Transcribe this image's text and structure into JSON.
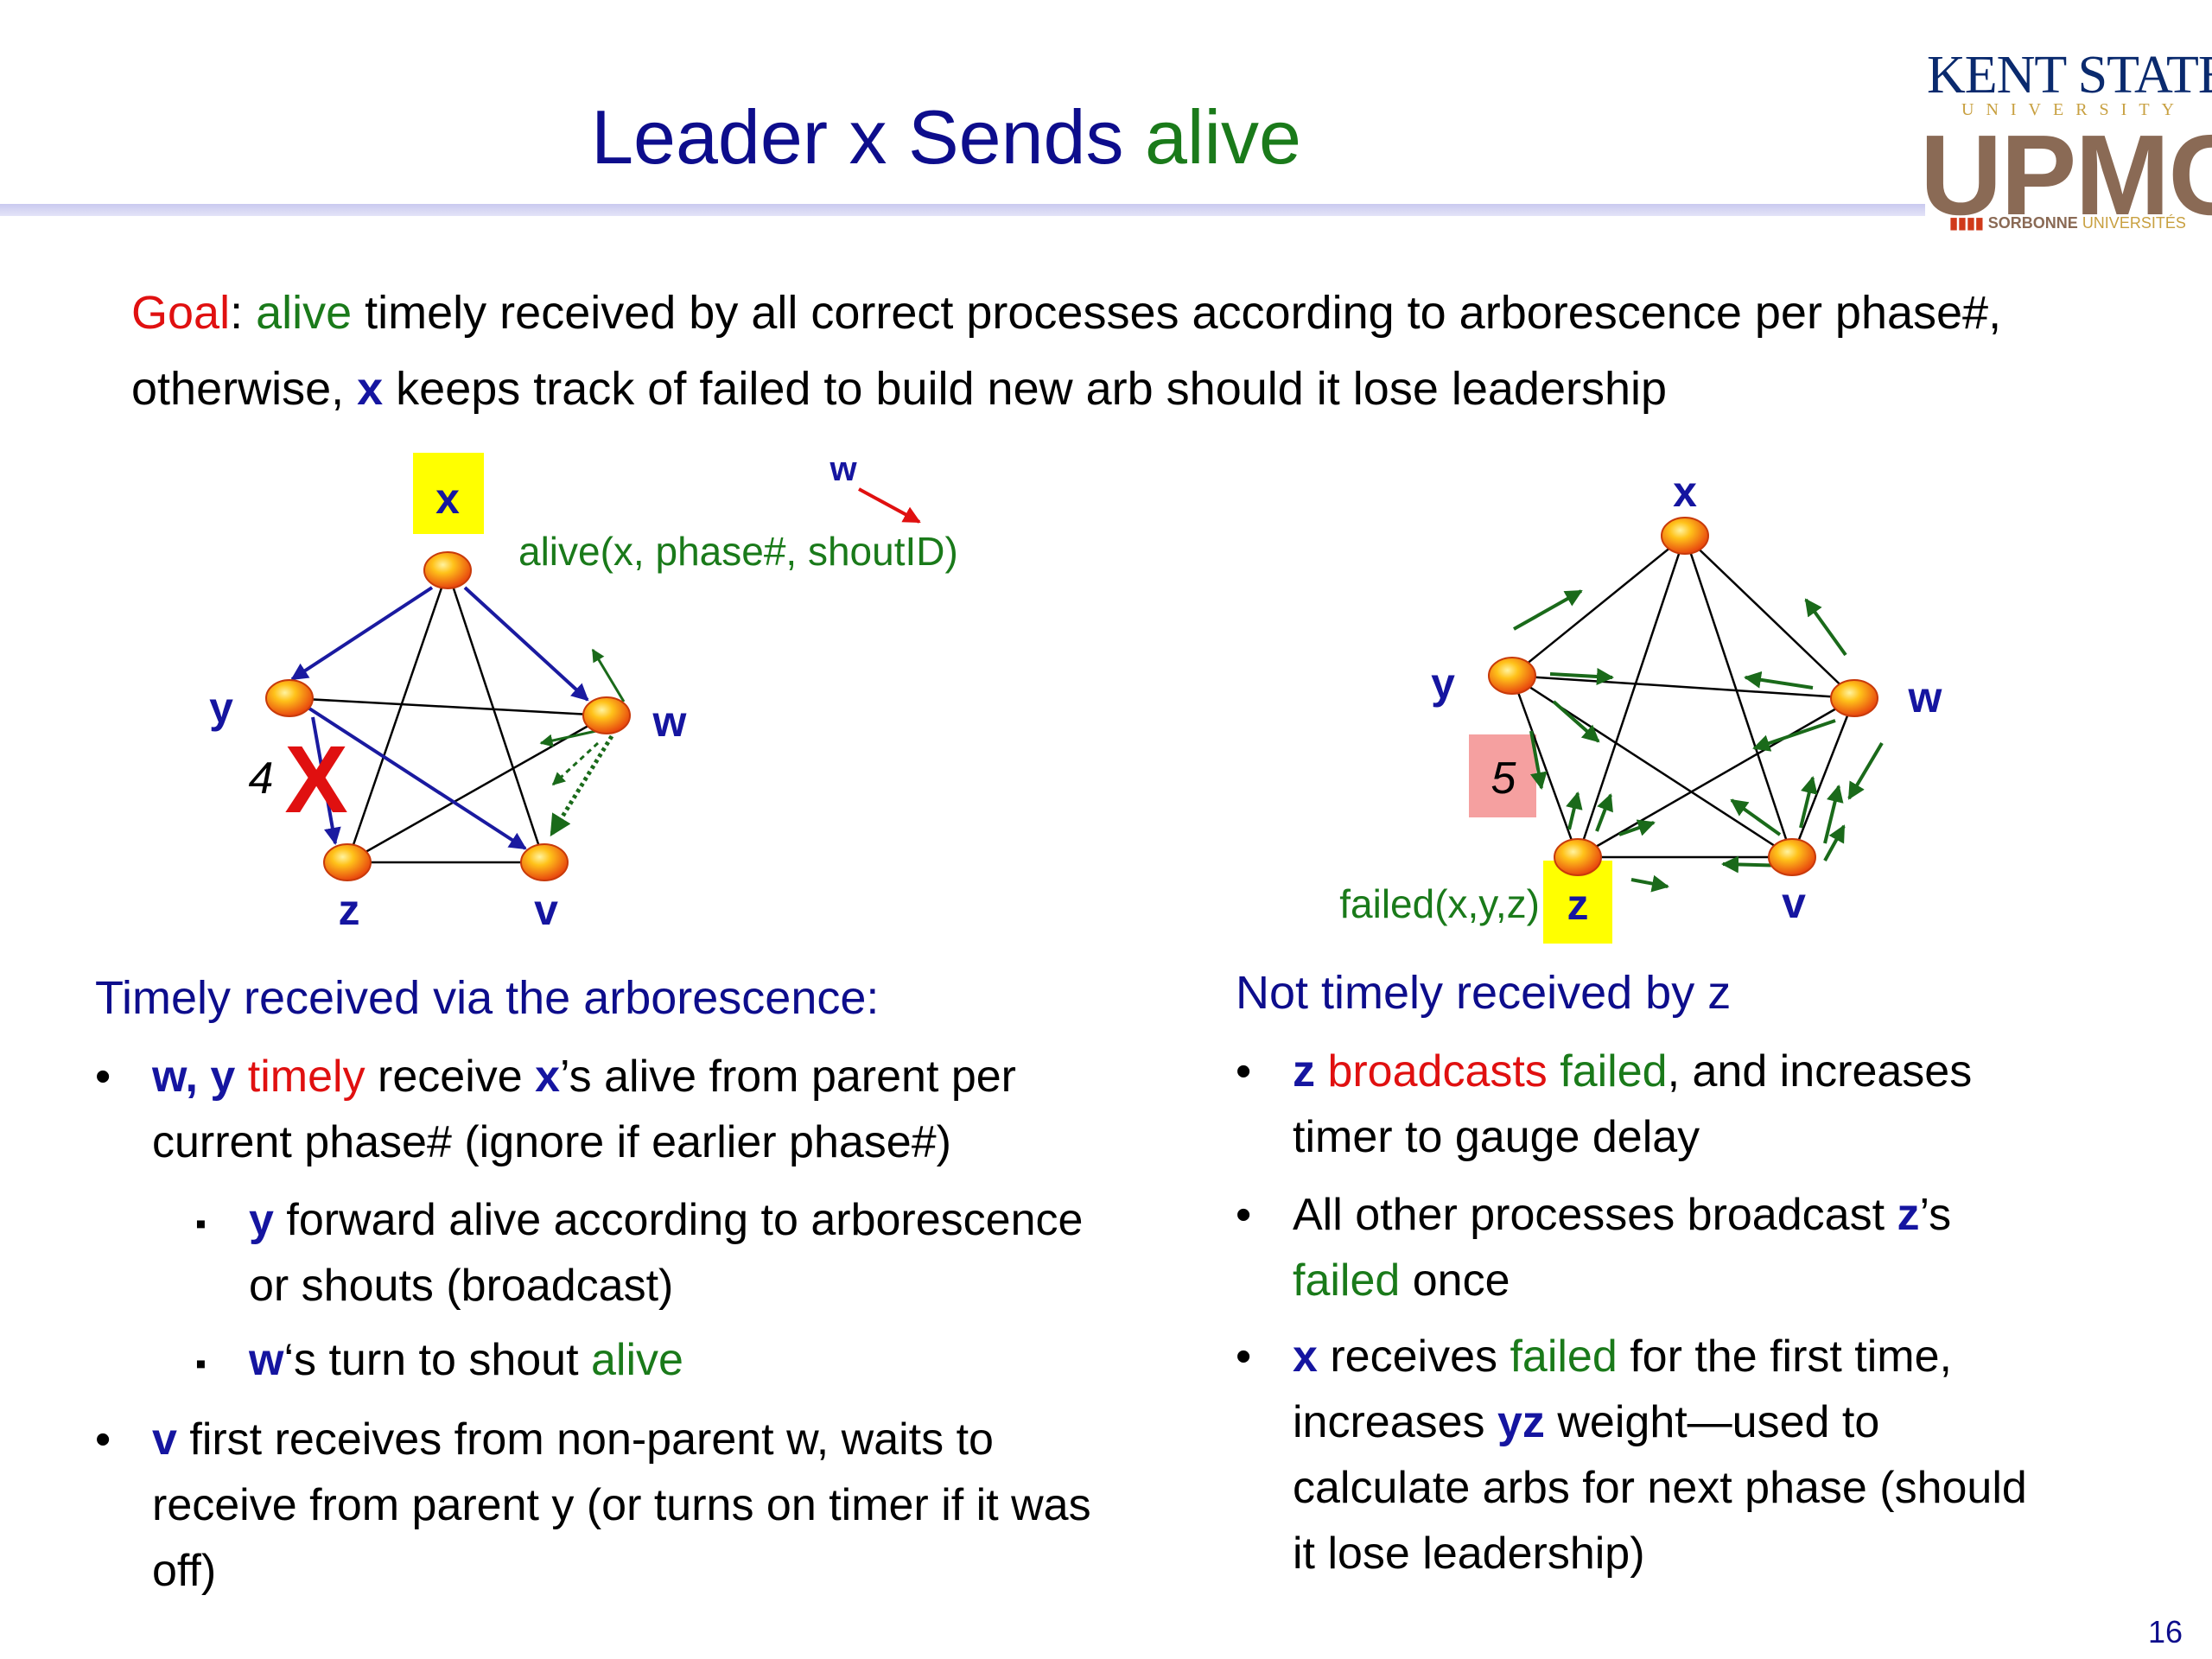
{
  "title": {
    "part1": "Leader x Sends ",
    "part2": "alive"
  },
  "logos": {
    "kent": "KENT STATE",
    "university": "UNIVERSITY",
    "upmc": "UPMC",
    "sorbonne": "SORBONNE",
    "universites": "UNIVERSITÉS"
  },
  "goal": {
    "label": "Goal",
    "colon": ":  ",
    "alive": "alive",
    "line1_rest": " timely received by all correct processes according to arborescence per phase#,",
    "line2_a": "otherwise, ",
    "x": "x",
    "line2_b": " keeps track of failed to build new arb should it lose leadership"
  },
  "left_diagram": {
    "nodes": {
      "x": "x",
      "y": "y",
      "w": "w",
      "z": "z",
      "v": "v"
    },
    "message": "alive(x, phase#, shoutID)",
    "legend_node": "w",
    "weight": "4",
    "fail_mark": "X"
  },
  "right_diagram": {
    "nodes": {
      "x": "x",
      "y": "y",
      "w": "w",
      "z": "z",
      "v": "v"
    },
    "weight": "5",
    "message": "failed(x,y,z)"
  },
  "left_text": {
    "heading": "Timely received via the arborescence:",
    "b1": {
      "wy": "w, y",
      "timely": " timely",
      "a": " receive ",
      "x": "x",
      "b": "’s alive from parent per",
      "c": "current phase# (ignore if earlier phase#)"
    },
    "s1": {
      "y": "y",
      "a": " forward alive according to arborescence",
      "b": "or shouts (broadcast)"
    },
    "s2": {
      "w": "w",
      "a": "‘s turn to shout ",
      "alive": "alive"
    },
    "b2": {
      "v": "v",
      "a": "  first receives from non-parent w, waits to",
      "b": "receive from parent y (or turns on timer if it was",
      "c": "off)"
    }
  },
  "right_text": {
    "heading": "Not timely received by z",
    "b1": {
      "z": "z",
      "broadcasts": " broadcasts",
      "failed": " failed",
      "a": ", and increases",
      "b": "timer to gauge delay"
    },
    "b2": {
      "a": "All other processes broadcast ",
      "z": "z",
      "b": "’s",
      "failed": "failed",
      "c": " once"
    },
    "b3": {
      "x": "x",
      "a": " receives ",
      "failed": "failed",
      "b": " for the first time,",
      "c": "increases ",
      "yz": "yz",
      "d": " weight—used to",
      "e": "calculate arbs for next phase (should",
      "f": "it lose leadership)"
    }
  },
  "bullet_char": "•",
  "sub_bullet_char": "▪",
  "page_number": "16"
}
